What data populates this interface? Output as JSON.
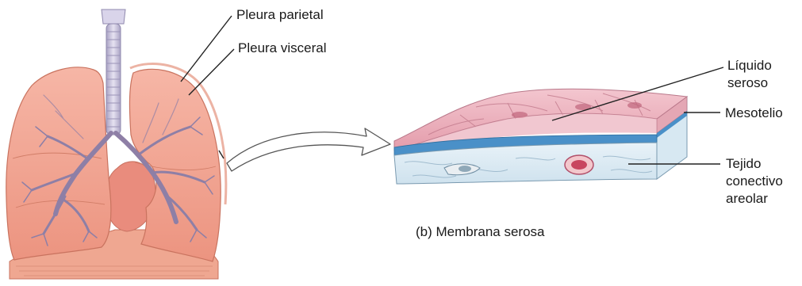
{
  "labels": {
    "pleura_parietal": "Pleura parietal",
    "pleura_visceral": "Pleura visceral",
    "liquido_seroso_1": "Líquido",
    "liquido_seroso_2": "seroso",
    "mesotelio": "Mesotelio",
    "tejido_1": "Tejido",
    "tejido_2": "conectivo",
    "tejido_3": "areolar",
    "caption": "(b) Membrana serosa"
  },
  "colors": {
    "lung_fill": "#f2a593",
    "lung_light": "#f8c9bb",
    "lung_outline": "#c9735f",
    "bronchi": "#8e7fa6",
    "trachea": "#c9c4dc",
    "heart": "#ec8e7e",
    "diaphragm": "#f0a48e",
    "serous_top": "#e9a7b3",
    "serous_cell": "#dd8fa0",
    "mesothelium_blue": "#4a90c8",
    "connective": "#dcebf4",
    "arrow_fill": "#ffffff",
    "arrow_stroke": "#555555",
    "leader": "#222222"
  }
}
